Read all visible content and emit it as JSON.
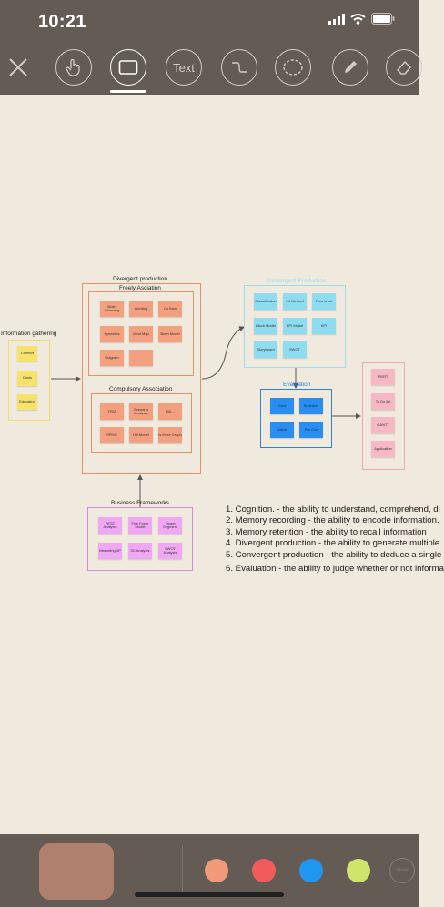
{
  "status": {
    "time": "10:21"
  },
  "toolbar": {
    "tools": [
      {
        "name": "close",
        "label": ""
      },
      {
        "name": "hand-tool",
        "label": ""
      },
      {
        "name": "rectangle-tool",
        "label": "",
        "active": true
      },
      {
        "name": "text-tool",
        "label": "Text"
      },
      {
        "name": "curve-tool",
        "label": ""
      },
      {
        "name": "lasso-tool",
        "label": ""
      },
      {
        "name": "pen-tool",
        "label": ""
      },
      {
        "name": "eraser-tool",
        "label": ""
      }
    ]
  },
  "board": {
    "info_title": "Information gathering",
    "info_notes": [
      "Comfort",
      "Costs",
      "Education"
    ],
    "divergent_title": "Divergent production",
    "freely_title": "Freely Asciation",
    "freely_notes": [
      "Brain Storming",
      "Wording",
      "Ox Bow",
      "Synectics",
      "Mind Map",
      "Brain Model",
      "Diagram",
      ""
    ],
    "compulsory_title": "Compulsory Association",
    "compulsory_notes": [
      "TRIZ",
      "Scenario Analysis",
      "Kill...",
      "SPIKE",
      "Hill Model",
      "Is there Graph"
    ],
    "convergent_title": "Convergent Production",
    "convergent_notes": [
      "Classification",
      "KJ Method",
      "Flow chart",
      "Block Model",
      "KPI Model",
      "KPI",
      "Storyboard",
      "SWOT"
    ],
    "evaluation_title": "Evaluation",
    "evaluation_notes": [
      "Cost",
      "Schedule",
      "Value",
      "Pro Con"
    ],
    "right_notes": [
      "PERT",
      "To Do list",
      "GANTT",
      "Application"
    ],
    "business_title": "Business Frameworks",
    "business_notes": [
      "PEST Analysis",
      "Five Force Model",
      "Target Segment",
      "Marketing 4P",
      "3C Analysis",
      "SWOT Analysis"
    ],
    "list": [
      "1. Cognition. - the ability to understand, comprehend, di",
      "2. Memory recording - the ability to encode information.",
      "3. Memory retention - the ability to recall information",
      "4. Divergent production - the ability to generate multiple",
      "5. Convergent production - the ability to deduce a single",
      "6. Evaluation - the ability to judge whether or not informa"
    ]
  },
  "palette": {
    "current": "#b0806f",
    "colors": [
      "#f09a7a",
      "#f15b5b",
      "#1f97f1",
      "#cde56b"
    ],
    "more_label": "more"
  }
}
